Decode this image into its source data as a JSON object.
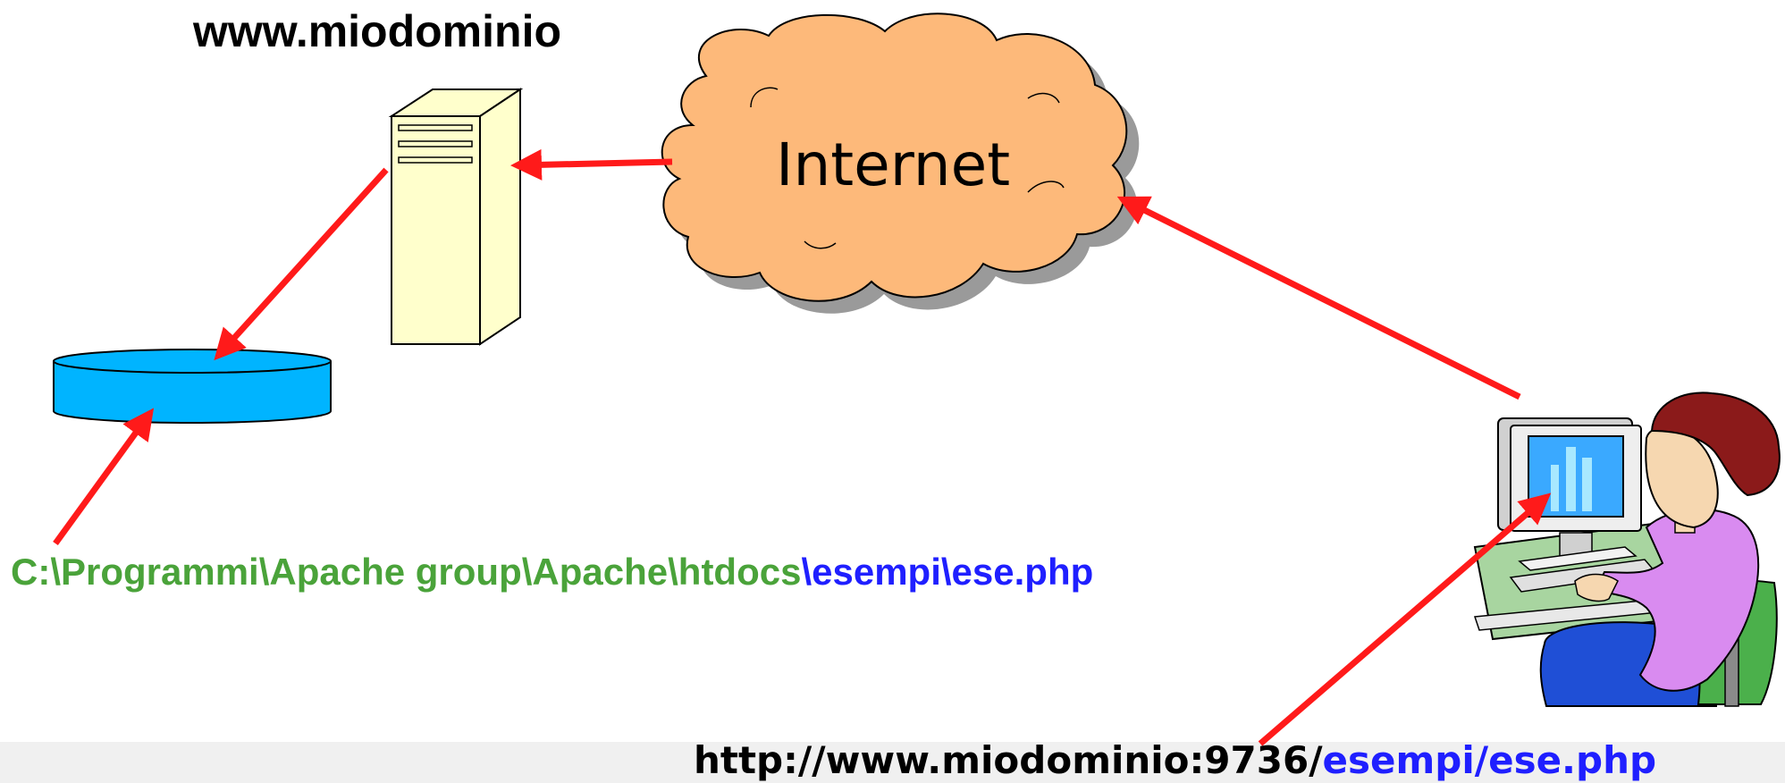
{
  "server": {
    "domain_label": "www.miodominio"
  },
  "cloud": {
    "label": "Internet"
  },
  "paths": {
    "local_prefix": "C:\\Programmi\\Apache group\\Apache\\htdocs",
    "local_suffix": "\\esempi\\ese.php",
    "url_prefix": "http://www.miodominio:9736/",
    "url_suffix": "esempi/ese.php"
  },
  "colors": {
    "arrow": "#ff1a1a",
    "cloud_fill": "#fdb97a",
    "server_fill": "#ffffcc",
    "disk_fill": "#00b4ff",
    "local_path": "#4aa33a",
    "highlight": "#1f1fff"
  },
  "icons": [
    "server-icon",
    "cloud-icon",
    "disk-icon",
    "user-computer-icon"
  ]
}
